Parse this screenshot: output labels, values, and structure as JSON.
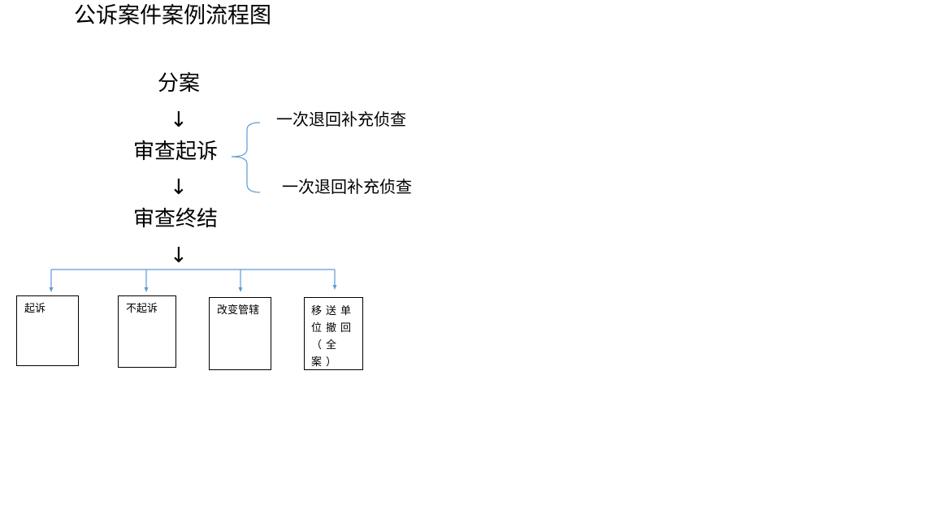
{
  "title": "公诉案件案例流程图",
  "steps": {
    "assign": "分案",
    "review_prosecution": "审查起诉",
    "review_end": "审查终结"
  },
  "arrow_glyph": "↓",
  "returns": {
    "first": "一次退回补充侦查",
    "second": "一次退回补充侦查"
  },
  "outcomes": {
    "prosecute": "起诉",
    "not_prosecute": "不起诉",
    "change_jurisdiction": "改变管辖",
    "withdrawn": "移送单位撤回（全案）"
  },
  "colors": {
    "connector": "#5b9bd5",
    "text": "#000000",
    "box_border": "#000000"
  }
}
